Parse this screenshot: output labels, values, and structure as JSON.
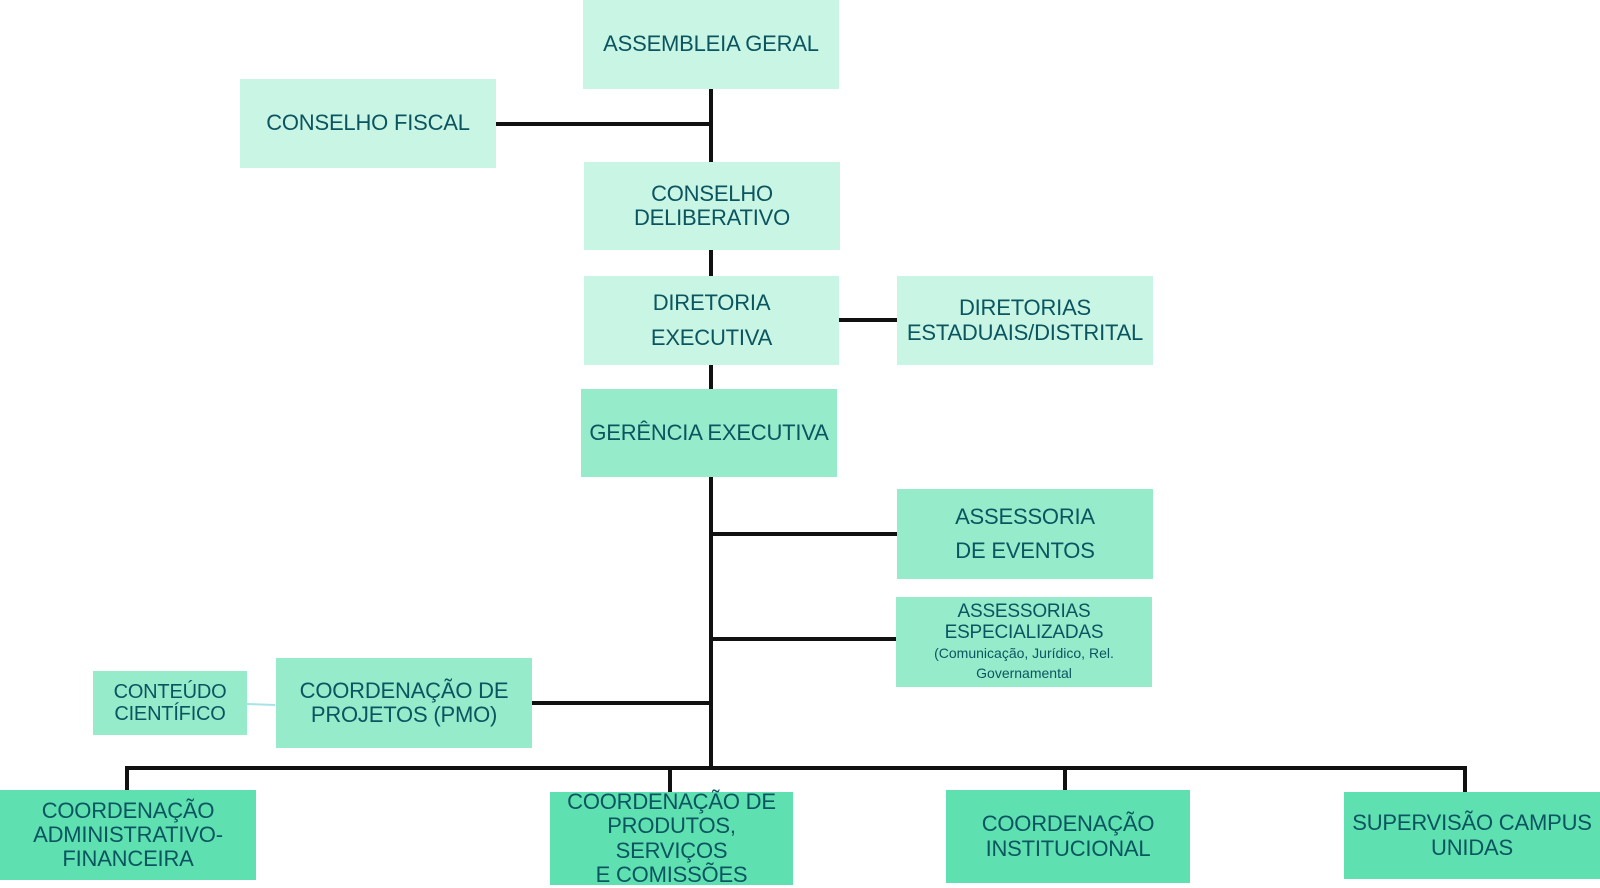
{
  "colors": {
    "level_1": "#c9f5e4",
    "level_2": "#96ebcb",
    "level_3": "#5fe0b0",
    "text": "#0b5560",
    "connector": "#111111",
    "connector_light": "#a8e3e8"
  },
  "nodes": {
    "assembleia": {
      "line1": "ASSEMBLEIA GERAL"
    },
    "conselho_fiscal": {
      "line1": "CONSELHO FISCAL"
    },
    "conselho_deliberativo": {
      "line1": "CONSELHO",
      "line2": "DELIBERATIVO"
    },
    "diretoria_executiva": {
      "line1": "DIRETORIA",
      "line2": "EXECUTIVA"
    },
    "diretorias_estaduais": {
      "line1": "DIRETORIAS",
      "line2": "ESTADUAIS/DISTRITAL"
    },
    "gerencia_executiva": {
      "line1": "GERÊNCIA EXECUTIVA"
    },
    "assessoria_eventos": {
      "line1": "ASSESSORIA",
      "line2": "DE EVENTOS"
    },
    "assessorias_especializadas": {
      "line1": "ASSESSORIAS",
      "line2": "ESPECIALIZADAS",
      "note1": "(Comunicação, Jurídico, Rel.",
      "note2": "Governamental"
    },
    "conteudo_cientifico": {
      "line1": "CONTEÚDO",
      "line2": "CIENTÍFICO"
    },
    "coordenacao_projetos": {
      "line1": "COORDENAÇÃO DE",
      "line2": "PROJETOS (PMO)"
    },
    "coordenacao_adm_fin": {
      "line1": "COORDENAÇÃO",
      "line2": "ADMINISTRATIVO-",
      "line3": "FINANCEIRA"
    },
    "coordenacao_produtos": {
      "line1": "COORDENAÇÃO DE",
      "line2": "PRODUTOS, SERVIÇOS",
      "line3": "E COMISSÕES"
    },
    "coordenacao_institucional": {
      "line1": "COORDENAÇÃO",
      "line2": "INSTITUCIONAL"
    },
    "supervisao_campus": {
      "line1": "SUPERVISÃO CAMPUS",
      "line2": "UNIDAS"
    }
  }
}
